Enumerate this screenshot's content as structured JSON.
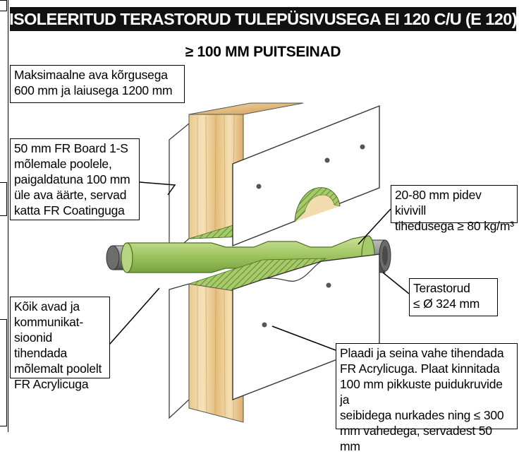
{
  "header": {
    "title": "ISOLEERITUD TERASTORUD TULEPÜSIVUSEGA EI 120 C/U (E 120)"
  },
  "subtitle": "≥ 100 MM PUITSEINAD",
  "callouts": {
    "max_opening": "Maksimaalne ava kõrgusega\n600 mm ja laiusega 1200 mm",
    "fr_board": "50 mm FR Board 1-S\nmõlemale poolele,\npaigaldatuna 100 mm\nüle ava äärte, servad\nkatta FR Coatinguga",
    "mineral_wool": "20-80 mm pidev kivivill\ntihedusega ≥ 80 kg/m³",
    "steel_pipe": "Terastorud\n≤ Ø 324 mm",
    "seal_openings": "Kõik avad ja\nkommunikat-\nsioonid tihendada\nmõlemalt poolelt\nFR Acrylicuga",
    "plate_gap": "Plaadi ja seina vahe tihendada\nFR Acrylicuga. Plaat kinnitada\n100 mm pikkuste puidukruvide ja\nseibidega nurkades ning ≤ 300\nmm vahedega, servadest 50 mm"
  },
  "colors": {
    "header_bg": "#111111",
    "wood_light": "#f3dcb0",
    "wood_dark": "#d2a566",
    "board": "#ffffff",
    "insulation": "#a9cc6a",
    "insulation_dark": "#6f9a3a",
    "pipe": "#8a8a8a"
  }
}
